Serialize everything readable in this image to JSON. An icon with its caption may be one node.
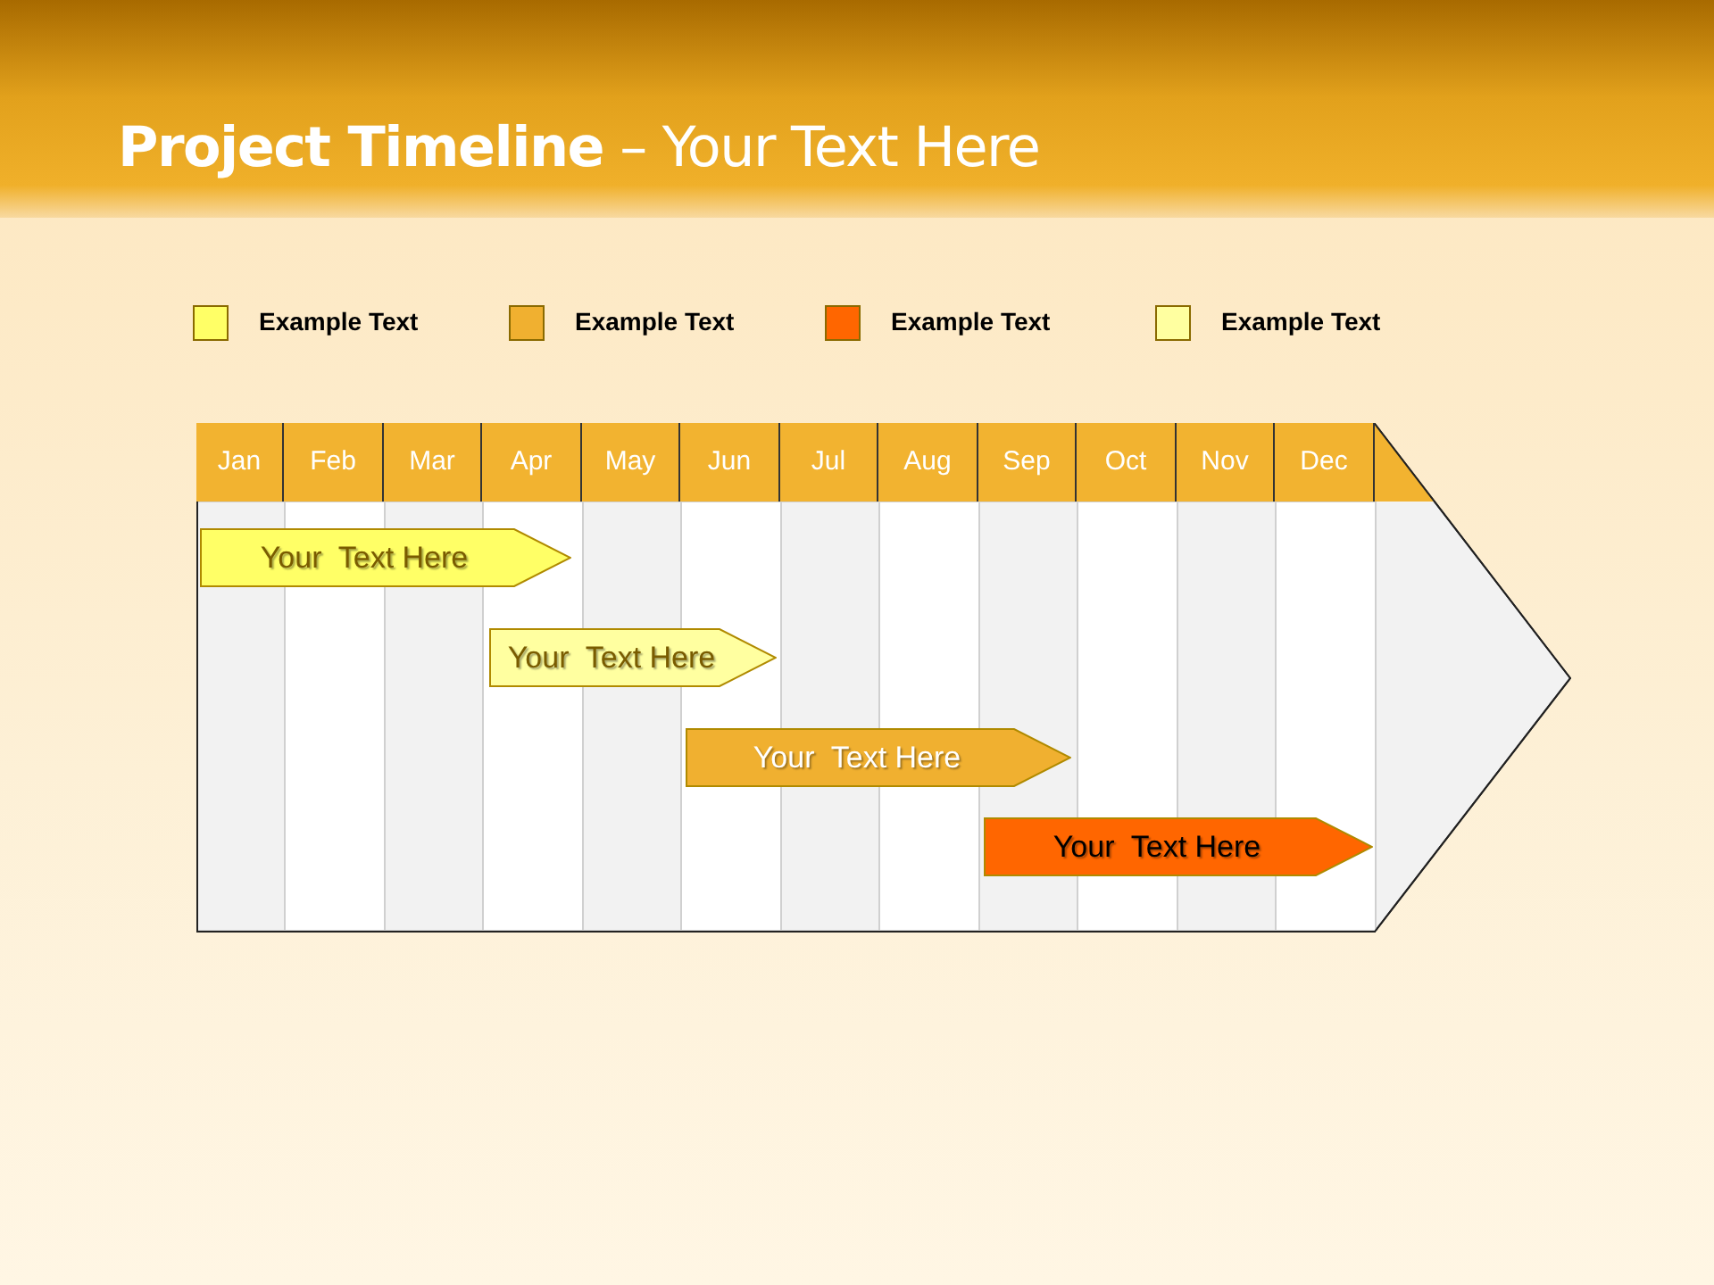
{
  "diagram": {
    "title": "**Project Timeline** – Your Text Here",
    "nodes": [
      {
        "text": [],
        "shape": "arrow"
      },
      {
        "text": [
          "Jan"
        ],
        "in": 0
      },
      {
        "text": [
          "Feb"
        ],
        "in": 0
      },
      {
        "text": [
          "Mar"
        ],
        "in": 0
      },
      {
        "text": [
          "Apr"
        ],
        "in": 0
      },
      {
        "text": [
          "May"
        ],
        "in": 0
      },
      {
        "text": [
          "Jun"
        ],
        "in": 0
      },
      {
        "text": [
          "Jul"
        ],
        "in": 0
      },
      {
        "text": [
          "Aug"
        ],
        "in": 0
      },
      {
        "text": [
          "Sep"
        ],
        "in": 0
      },
      {
        "text": [
          "Oct"
        ],
        "in": 0
      },
      {
        "text": [
          "Nov"
        ],
        "in": 0
      },
      {
        "text": [
          "Dec"
        ],
        "in": 0
      },
      {
        "text": [
          "Your  Text Here"
        ],
        "in": 0
      },
      {
        "text": [
          "Your  Text Here"
        ],
        "in": 0
      },
      {
        "text": [
          "Your  Text Here"
        ],
        "in": 0
      },
      {
        "text": [
          "Your  Text Here"
        ],
        "in": 0
      }
    ],
    "edges": [],
    "legend": [
      {
        "text": "Example Text",
        "color": "#ffff66"
      },
      {
        "text": "Example Text",
        "color": "#f0b030"
      },
      {
        "text": "Example Text",
        "color": "#ff6600"
      },
      {
        "text": "Example Text",
        "color": "#ffffa0"
      }
    ]
  }
}
